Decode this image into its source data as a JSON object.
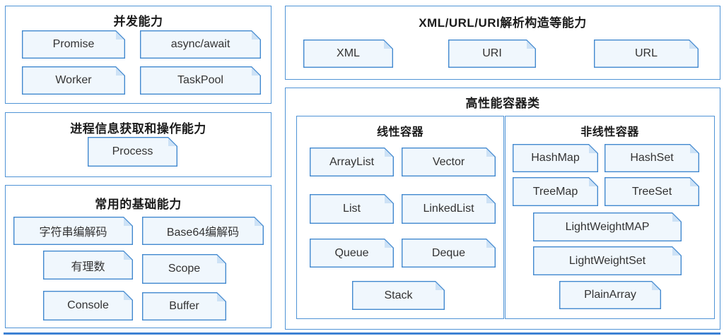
{
  "colors": {
    "chip_border": "#4188cf",
    "chip_fill": "#f0f7fd",
    "chip_fold": "#cde2f6",
    "panel_border": "#4f93d6",
    "bottom_line": "#3e82d4",
    "title_text": "#1b1b1b",
    "chip_text": "#333333"
  },
  "panels": {
    "concurrency": {
      "title": "并发能力",
      "items": [
        "Promise",
        "async/await",
        "Worker",
        "TaskPool"
      ]
    },
    "process": {
      "title": "进程信息获取和操作能力",
      "items": [
        "Process"
      ]
    },
    "basic": {
      "title": "常用的基础能力",
      "items": [
        "字符串编解码",
        "Base64编解码",
        "有理数",
        "Scope",
        "Console",
        "Buffer"
      ]
    },
    "xml_url_uri": {
      "title": "XML/URL/URI解析构造等能力",
      "items": [
        "XML",
        "URI",
        "URL"
      ]
    },
    "containers": {
      "title": "高性能容器类",
      "linear": {
        "title": "线性容器",
        "items": [
          "ArrayList",
          "Vector",
          "List",
          "LinkedList",
          "Queue",
          "Deque",
          "Stack"
        ]
      },
      "nonlinear": {
        "title": "非线性容器",
        "items": [
          "HashMap",
          "HashSet",
          "TreeMap",
          "TreeSet",
          "LightWeightMAP",
          "LightWeightSet",
          "PlainArray"
        ]
      }
    }
  }
}
